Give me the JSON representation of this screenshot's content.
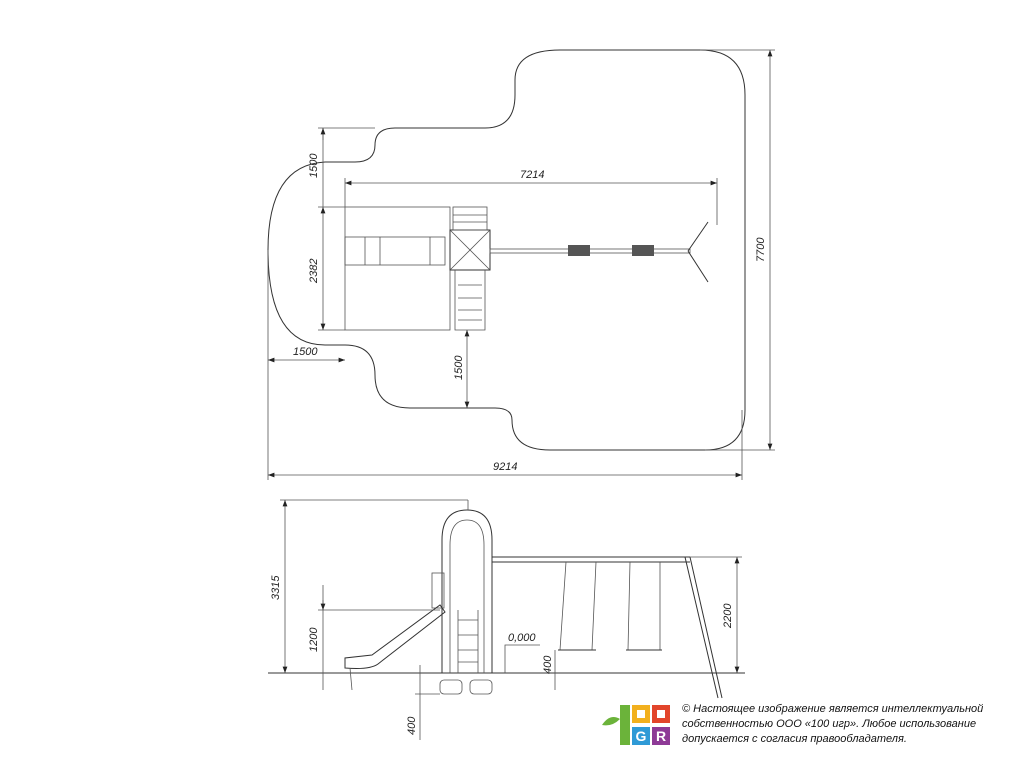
{
  "plan_dimensions": {
    "length_equipment": "7214",
    "offset_top": "1500",
    "width_equipment": "2382",
    "offset_left": "1500",
    "offset_bottom": "1500",
    "zone_depth": "7700",
    "zone_length": "9214"
  },
  "elevation_dimensions": {
    "total_height": "3315",
    "platform_height": "1200",
    "ground_level": "0,000",
    "swing_seat_height": "400",
    "beam_height": "2200",
    "foundation_depth": "400"
  },
  "copyright": {
    "line1": "© Настоящее изображение является интеллектуальной",
    "line2": "собственностью ООО «100 игр».  Любое использование",
    "line3": "допускается с согласия правообладателя."
  },
  "logo": {
    "text": "100 IGR"
  },
  "colors": {
    "line": "#333333",
    "logo_green": "#6bb33a",
    "logo_yellow": "#f2b01e",
    "logo_red": "#e2452b",
    "logo_blue": "#2f9ad6",
    "logo_purple": "#8e3a96"
  }
}
